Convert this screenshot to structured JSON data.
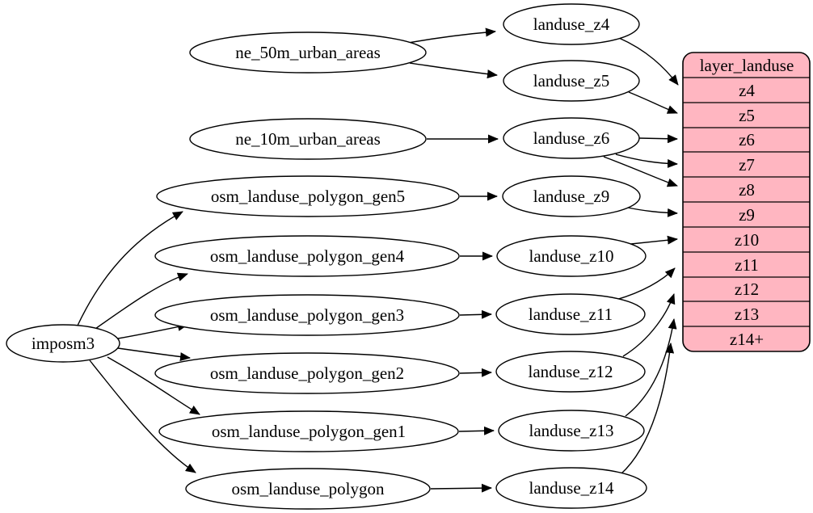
{
  "diagram": {
    "type": "dependency-graph",
    "background_color": "#ffffff",
    "edge_color": "#000000",
    "node_fill_color": "#ffffff",
    "node_stroke_color": "#000000",
    "record_fill_color": "#ffb6c1"
  },
  "nodes": {
    "imposm3": "imposm3",
    "ne_50m_urban_areas": "ne_50m_urban_areas",
    "ne_10m_urban_areas": "ne_10m_urban_areas",
    "osm_landuse_polygon_gen5": "osm_landuse_polygon_gen5",
    "osm_landuse_polygon_gen4": "osm_landuse_polygon_gen4",
    "osm_landuse_polygon_gen3": "osm_landuse_polygon_gen3",
    "osm_landuse_polygon_gen2": "osm_landuse_polygon_gen2",
    "osm_landuse_polygon_gen1": "osm_landuse_polygon_gen1",
    "osm_landuse_polygon": "osm_landuse_polygon",
    "landuse_z4": "landuse_z4",
    "landuse_z5": "landuse_z5",
    "landuse_z6": "landuse_z6",
    "landuse_z9": "landuse_z9",
    "landuse_z10": "landuse_z10",
    "landuse_z11": "landuse_z11",
    "landuse_z12": "landuse_z12",
    "landuse_z13": "landuse_z13",
    "landuse_z14": "landuse_z14"
  },
  "record": {
    "title": "layer_landuse",
    "rows": [
      "z4",
      "z5",
      "z6",
      "z7",
      "z8",
      "z9",
      "z10",
      "z11",
      "z12",
      "z13",
      "z14+"
    ]
  },
  "edges": [
    {
      "from": "ne_50m_urban_areas",
      "to": "landuse_z4"
    },
    {
      "from": "ne_50m_urban_areas",
      "to": "landuse_z5"
    },
    {
      "from": "ne_10m_urban_areas",
      "to": "landuse_z6"
    },
    {
      "from": "imposm3",
      "to": "osm_landuse_polygon_gen5"
    },
    {
      "from": "imposm3",
      "to": "osm_landuse_polygon_gen4"
    },
    {
      "from": "imposm3",
      "to": "osm_landuse_polygon_gen3"
    },
    {
      "from": "imposm3",
      "to": "osm_landuse_polygon_gen2"
    },
    {
      "from": "imposm3",
      "to": "osm_landuse_polygon_gen1"
    },
    {
      "from": "imposm3",
      "to": "osm_landuse_polygon"
    },
    {
      "from": "osm_landuse_polygon_gen5",
      "to": "landuse_z9"
    },
    {
      "from": "osm_landuse_polygon_gen4",
      "to": "landuse_z10"
    },
    {
      "from": "osm_landuse_polygon_gen3",
      "to": "landuse_z11"
    },
    {
      "from": "osm_landuse_polygon_gen2",
      "to": "landuse_z12"
    },
    {
      "from": "osm_landuse_polygon_gen1",
      "to": "landuse_z13"
    },
    {
      "from": "osm_landuse_polygon",
      "to": "landuse_z14"
    },
    {
      "from": "landuse_z4",
      "to": "layer_landuse:z4"
    },
    {
      "from": "landuse_z5",
      "to": "layer_landuse:z5"
    },
    {
      "from": "landuse_z6",
      "to": "layer_landuse:z6"
    },
    {
      "from": "landuse_z6",
      "to": "layer_landuse:z7"
    },
    {
      "from": "landuse_z6",
      "to": "layer_landuse:z8"
    },
    {
      "from": "landuse_z9",
      "to": "layer_landuse:z9"
    },
    {
      "from": "landuse_z10",
      "to": "layer_landuse:z10"
    },
    {
      "from": "landuse_z11",
      "to": "layer_landuse:z11"
    },
    {
      "from": "landuse_z12",
      "to": "layer_landuse:z12"
    },
    {
      "from": "landuse_z13",
      "to": "layer_landuse:z13"
    },
    {
      "from": "landuse_z14",
      "to": "layer_landuse:z14+"
    }
  ]
}
